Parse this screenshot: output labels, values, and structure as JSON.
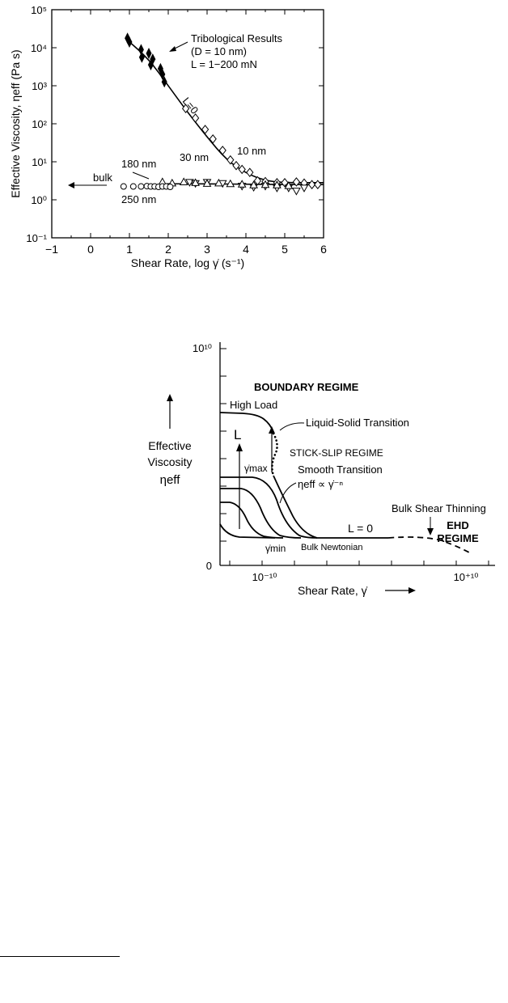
{
  "chart_data": [
    {
      "type": "scatter",
      "xlabel": "Shear Rate, log γ̇ (s⁻¹)",
      "ylabel": "Effective Viscosity, ηeff (Pa s)",
      "x_ticks": [
        "−1",
        "0",
        "1",
        "2",
        "3",
        "4",
        "5",
        "6"
      ],
      "y_ticks": [
        "10⁻¹",
        "10⁰",
        "10¹",
        "10²",
        "10³",
        "10⁴",
        "10⁵"
      ],
      "xlim": [
        -1,
        6
      ],
      "ylim_log10": [
        -1,
        5
      ],
      "yscale": "log",
      "annotations": {
        "tribo_title": "Tribological Results",
        "tribo_d": "(D = 10 nm)",
        "tribo_l": "L = 1−200 mN",
        "l0": "L=0",
        "bulk": "bulk",
        "n180": "180 nm",
        "n30": "30 nm",
        "n10": "10 nm",
        "n250": "250 nm"
      },
      "series": [
        {
          "name": "Tribological Results",
          "marker": "filled",
          "x": [
            0.95,
            1.0,
            1.3,
            1.32,
            1.5,
            1.55,
            1.6,
            1.8,
            1.85,
            1.9
          ],
          "log_y": [
            4.25,
            4.15,
            3.95,
            3.75,
            3.85,
            3.55,
            3.7,
            3.45,
            3.3,
            3.1
          ]
        },
        {
          "name": "10 nm",
          "marker": "diamond",
          "x": [
            2.45,
            2.7,
            2.95,
            3.15,
            3.4,
            3.6,
            3.75,
            3.9,
            4.1,
            4.3,
            4.5,
            4.8,
            5.0,
            5.3,
            5.5,
            5.7,
            5.85
          ],
          "log_y": [
            2.4,
            2.15,
            1.85,
            1.6,
            1.3,
            1.05,
            0.9,
            0.8,
            0.72,
            0.5,
            0.48,
            0.45,
            0.45,
            0.47,
            0.44,
            0.4,
            0.4
          ]
        },
        {
          "name": "30 nm",
          "marker": "triangle-down",
          "x": [
            2.55,
            2.7,
            3.0,
            3.4,
            3.9,
            4.2,
            4.5,
            4.8,
            5.1,
            5.3,
            5.5
          ],
          "log_y": [
            0.45,
            0.42,
            0.45,
            0.42,
            0.35,
            0.32,
            0.35,
            0.3,
            0.3,
            0.22,
            0.3
          ]
        },
        {
          "name": "180 nm",
          "marker": "triangle-up",
          "x": [
            1.85,
            2.1,
            2.4,
            2.7,
            3.0,
            3.3,
            3.6,
            3.9,
            4.2,
            4.5,
            4.8,
            5.1
          ],
          "log_y": [
            0.48,
            0.45,
            0.48,
            0.46,
            0.44,
            0.45,
            0.43,
            0.42,
            0.4,
            0.41,
            0.4,
            0.38
          ]
        },
        {
          "name": "250 nm",
          "marker": "circle",
          "x": [
            0.85,
            1.1,
            1.3,
            1.45,
            1.55,
            1.65,
            1.75,
            1.85,
            1.95,
            2.05
          ],
          "log_y": [
            0.35,
            0.35,
            0.35,
            0.36,
            0.35,
            0.35,
            0.34,
            0.35,
            0.35,
            0.34
          ]
        }
      ],
      "fit_curves": [
        {
          "x": [
            0.95,
            1.5,
            2.0,
            2.5,
            3.0,
            3.5,
            4.0,
            4.5,
            5.0,
            6.0
          ],
          "log_y": [
            4.2,
            3.7,
            3.0,
            2.3,
            1.65,
            1.05,
            0.7,
            0.5,
            0.45,
            0.45
          ]
        },
        {
          "x": [
            1.8,
            3.0,
            4.0,
            5.0,
            6.0
          ],
          "log_y": [
            0.42,
            0.42,
            0.41,
            0.4,
            0.4
          ]
        }
      ]
    },
    {
      "type": "line",
      "xlabel": "Shear Rate, γ̇",
      "ylabel_lines": [
        "Effective",
        "Viscosity",
        "ηeff"
      ],
      "x_ticks": [
        "10⁻¹⁰",
        "10⁺¹⁰"
      ],
      "y_ticks": [
        "0",
        "10¹⁰"
      ],
      "labels": {
        "boundary": "BOUNDARY REGIME",
        "high_load": "High Load",
        "liquid_solid": "Liquid-Solid Transition",
        "stick_slip": "STICK-SLIP REGIME",
        "l": "L",
        "gamma_max": "γ̇max",
        "smooth": "Smooth Transition",
        "power_law": "ηeff ∝ γ̇⁻ⁿ",
        "bulk_thinning": "Bulk Shear Thinning",
        "l0": "L = 0",
        "ehd1": "EHD",
        "ehd2": "REGIME",
        "gamma_min": "γ̇min",
        "bulk_newtonian": "Bulk Newtonian"
      }
    }
  ]
}
